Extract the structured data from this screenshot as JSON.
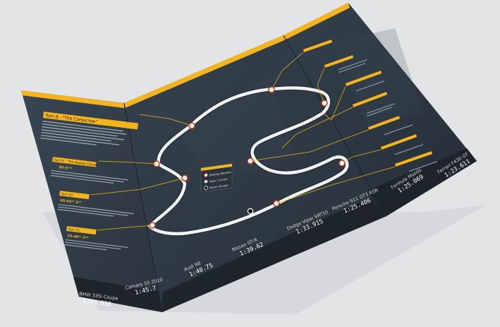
{
  "brochure": {
    "callouts": [
      {
        "heading": "Turn 8 - \"The Corkscrew\""
      },
      {
        "heading": "Turn 9 - \"The Rainey Curve\"",
        "speed": "50-5¹ᵗʰ"
      },
      {
        "heading": "Turn 10",
        "speed": "60-65ᵗʰ 3ʳᵈ"
      },
      {
        "heading": "Turn 11",
        "speed": "35-40ᵗʰ 2ⁿᵈ"
      }
    ],
    "legend": {
      "items": [
        "Braking Markers",
        "Apex / Corner",
        "Sector Divider"
      ]
    },
    "lap_times": [
      {
        "car": "BMW 335i Coupe",
        "time": "1:49.038"
      },
      {
        "car": "Camaro SS 2010",
        "time": "1:45.7"
      },
      {
        "car": "Audi R8",
        "time": "1:40.75"
      },
      {
        "car": "Nissan GT-R",
        "time": "1:39.62"
      },
      {
        "car": "Dodge Viper SRT10",
        "time": "1:33.915"
      },
      {
        "car": "Porsche 911 GT3 RSR",
        "time": "1:25.406"
      },
      {
        "car": "Formula Mazda",
        "time": "1:25.069"
      },
      {
        "car": "Ferrari F430 GT",
        "time": "1:23.611"
      }
    ]
  },
  "colors": {
    "background": "#e3e4e6",
    "panel": "#2e3a45",
    "accent": "#f5b41c",
    "track": "#f2f2f2",
    "bottom_band": "#1d242b"
  }
}
